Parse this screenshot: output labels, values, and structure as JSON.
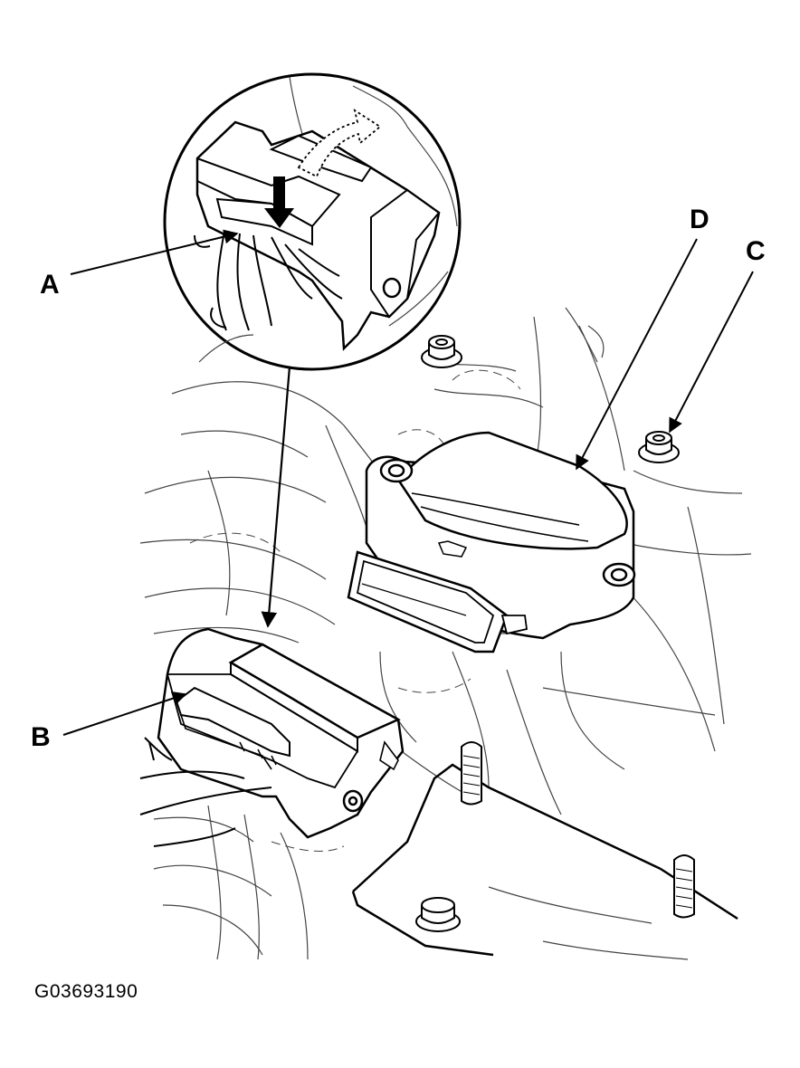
{
  "callouts": {
    "a": "A",
    "b": "B",
    "c": "C",
    "d": "D"
  },
  "figure_id": "G03693190",
  "colors": {
    "ink": "#000000",
    "paper": "#ffffff",
    "thin_line": "#444444"
  }
}
